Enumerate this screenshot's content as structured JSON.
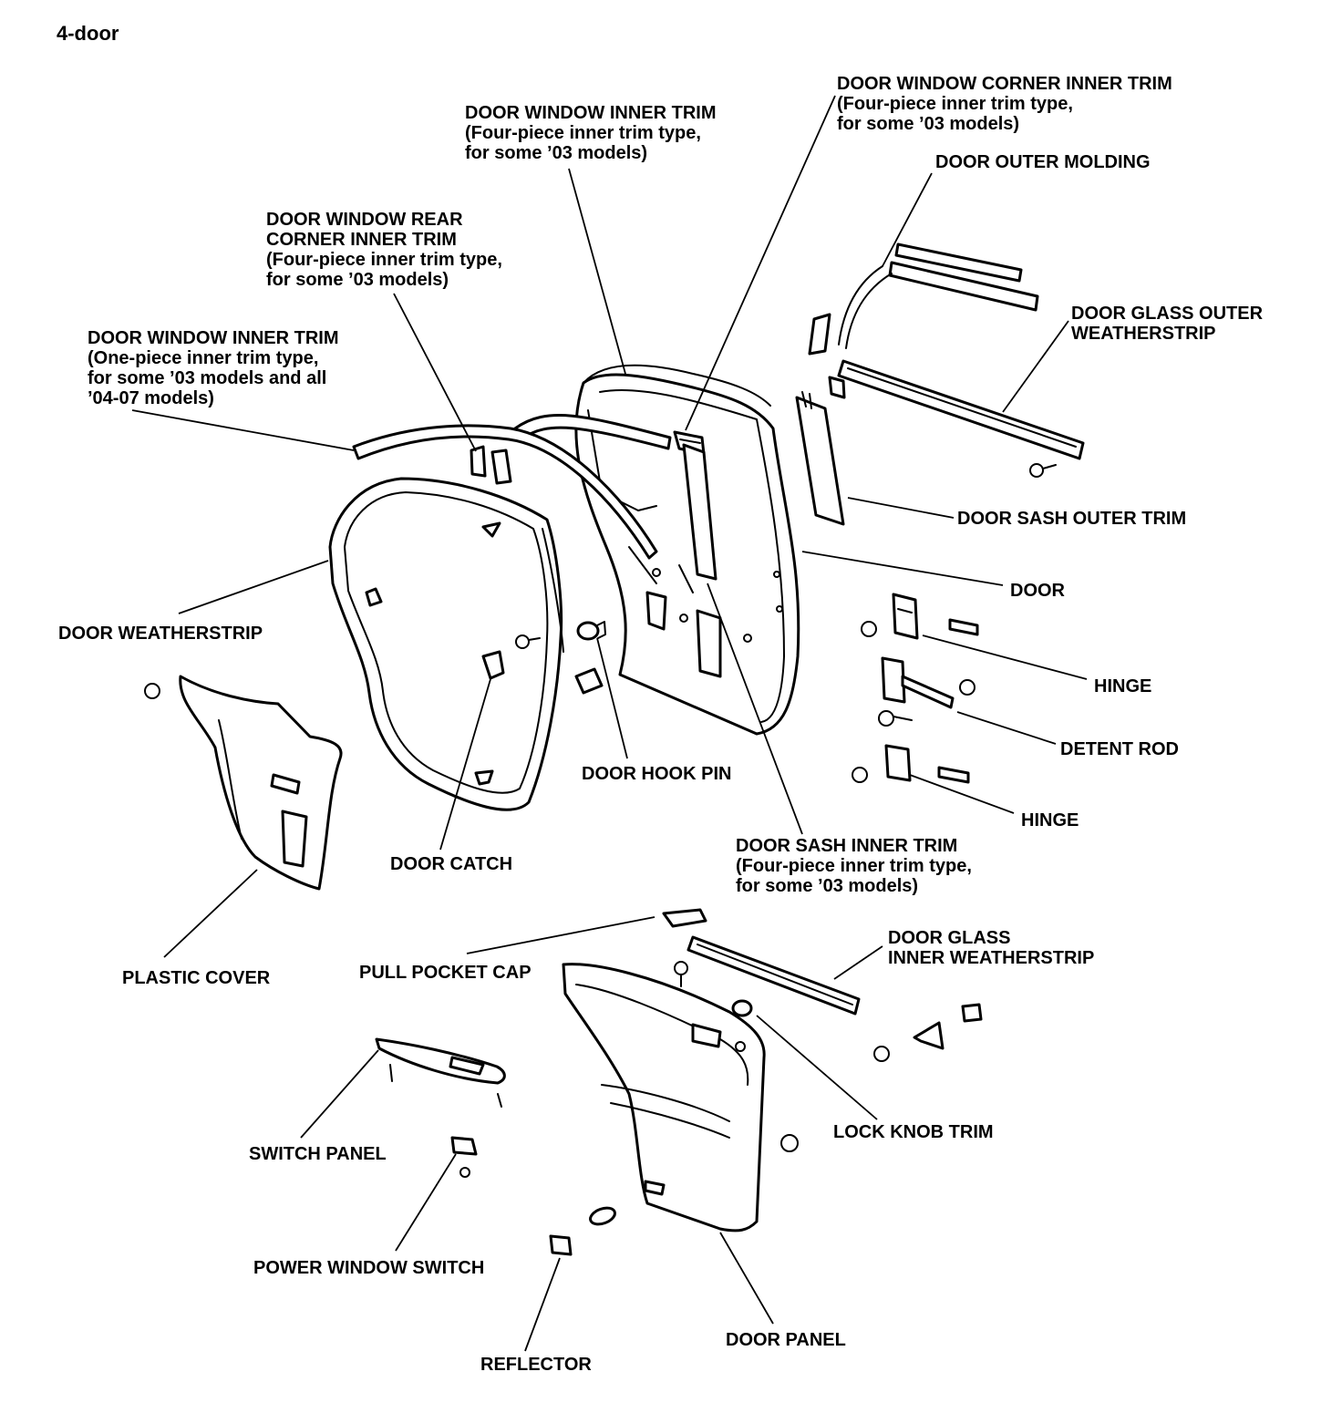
{
  "heading": "4-door",
  "labels": {
    "door_window_inner_trim_4pc": [
      "DOOR WINDOW INNER TRIM",
      "(Four-piece inner trim type,",
      "for some ’03 models)"
    ],
    "door_window_corner_inner_trim": [
      "DOOR WINDOW CORNER INNER TRIM",
      "(Four-piece inner trim type,",
      "for some ’03 models)"
    ],
    "door_outer_molding": [
      "DOOR OUTER MOLDING"
    ],
    "door_window_rear_corner_inner_trim": [
      "DOOR WINDOW REAR",
      "CORNER INNER TRIM",
      "(Four-piece inner trim type,",
      "for some ’03 models)"
    ],
    "door_glass_outer_weatherstrip": [
      "DOOR GLASS OUTER",
      "WEATHERSTRIP"
    ],
    "door_window_inner_trim_1pc": [
      "DOOR WINDOW INNER TRIM",
      "(One-piece inner trim type,",
      "for some ’03 models and all",
      "’04-07 models)"
    ],
    "door_sash_outer_trim": [
      "DOOR SASH OUTER TRIM"
    ],
    "door": [
      "DOOR"
    ],
    "door_weatherstrip": [
      "DOOR WEATHERSTRIP"
    ],
    "hinge_upper": [
      "HINGE"
    ],
    "detent_rod": [
      "DETENT ROD"
    ],
    "door_hook_pin": [
      "DOOR HOOK PIN"
    ],
    "hinge_lower": [
      "HINGE"
    ],
    "door_sash_inner_trim": [
      "DOOR SASH INNER TRIM",
      "(Four-piece inner trim type,",
      "for some ’03 models)"
    ],
    "door_catch": [
      "DOOR CATCH"
    ],
    "door_glass_inner_weatherstrip": [
      "DOOR GLASS",
      "INNER WEATHERSTRIP"
    ],
    "plastic_cover": [
      "PLASTIC COVER"
    ],
    "pull_pocket_cap": [
      "PULL POCKET CAP"
    ],
    "lock_knob_trim": [
      "LOCK KNOB TRIM"
    ],
    "switch_panel": [
      "SWITCH PANEL"
    ],
    "power_window_switch": [
      "POWER WINDOW SWITCH"
    ],
    "reflector": [
      "REFLECTOR"
    ],
    "door_panel": [
      "DOOR PANEL"
    ]
  }
}
